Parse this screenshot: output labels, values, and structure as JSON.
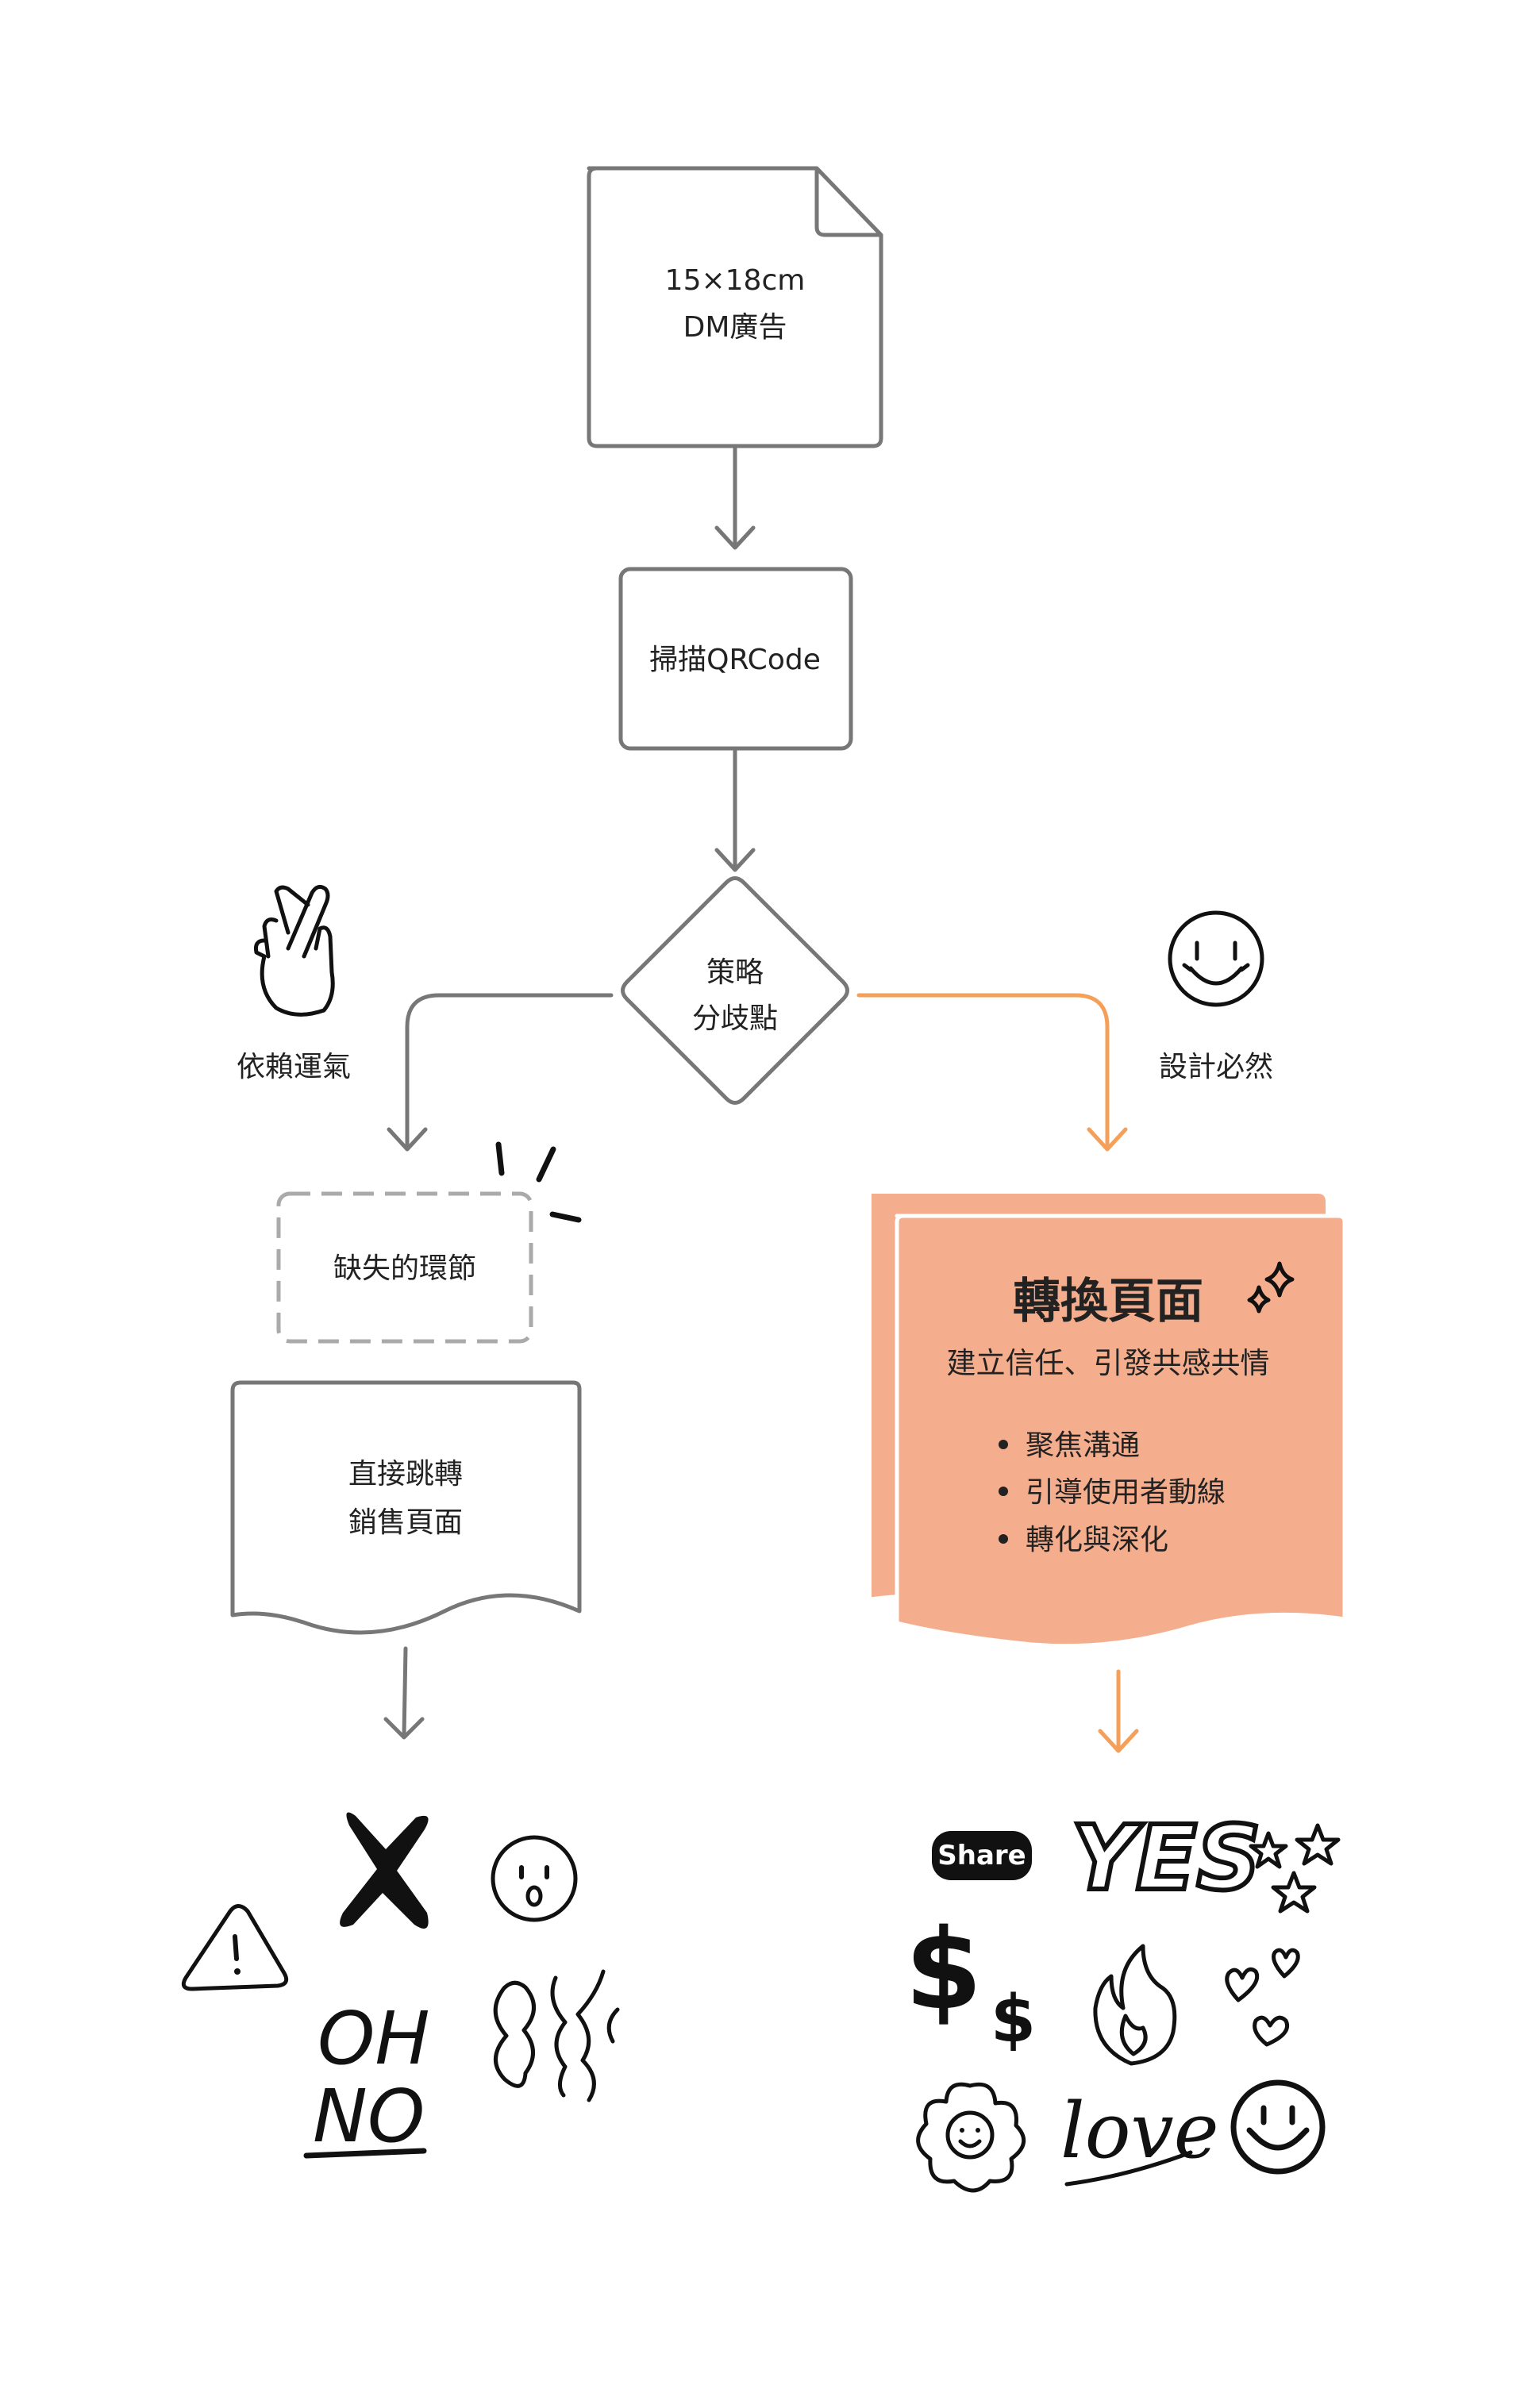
{
  "nodes": {
    "dm_ad": {
      "line1": "15×18cm",
      "line2": "DM廣告"
    },
    "scan_qr": {
      "label": "掃描QRCode"
    },
    "decision": {
      "line1": "策略",
      "line2": "分歧點"
    },
    "missing_link": {
      "label": "缺失的環節"
    },
    "direct_page": {
      "line1": "直接跳轉",
      "line2": "銷售頁面"
    },
    "conversion_page": {
      "title": "轉換頁面",
      "subtitle": "建立信任、引發共感共情",
      "bullets": [
        "聚焦溝通",
        "引導使用者動線",
        "轉化與深化"
      ]
    }
  },
  "branch_labels": {
    "left": "依賴運氣",
    "right": "設計必然"
  },
  "stickers": {
    "negative": {
      "oh_no_line1": "OH",
      "oh_no_line2": "NO"
    },
    "positive": {
      "share": "Share",
      "yes": "YES",
      "love": "love",
      "dollar": "$"
    }
  },
  "colors": {
    "line_gray": "#777777",
    "dashed_gray": "#aaaaaa",
    "accent_orange": "#f5a05a",
    "page_fill": "#f5ae8d",
    "ink": "#111111"
  }
}
